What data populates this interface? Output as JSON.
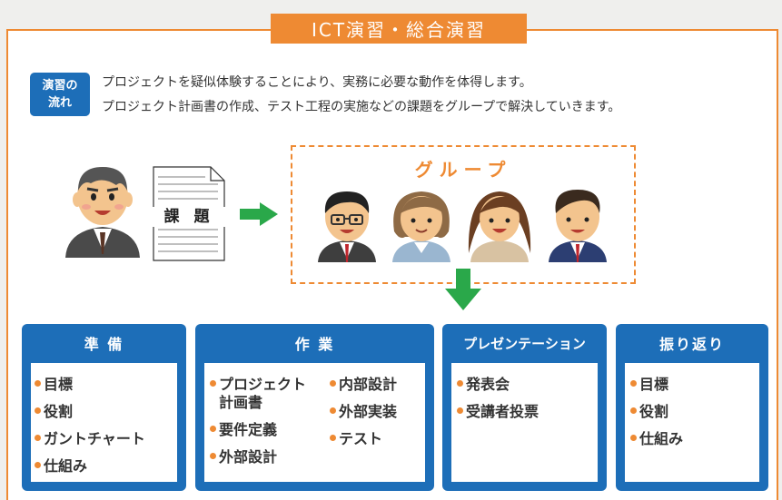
{
  "header": {
    "title": "ICT演習・総合演習"
  },
  "flow": {
    "badge_line1": "演習の",
    "badge_line2": "流れ",
    "line1": "プロジェクトを疑似体験することにより、実務に必要な動作を体得します。",
    "line2": "プロジェクト計画書の作成、テスト工程の実施などの課題をグループで解決していきます。"
  },
  "task": {
    "label": "課 題"
  },
  "group": {
    "label": "グループ"
  },
  "colors": {
    "accent": "#ee8a33",
    "primary": "#1d6eb8",
    "arrow": "#2aa84a"
  },
  "icons": [
    "teacher-icon",
    "document-icon",
    "arrow-right-icon",
    "arrow-down-icon",
    "student-glasses-icon",
    "student-woman-icon",
    "student-woman2-icon",
    "student-man-icon"
  ],
  "cards": [
    {
      "title": "準 備",
      "items": [
        "目標",
        "役割",
        "ガントチャート",
        "仕組み"
      ]
    },
    {
      "title": "作 業",
      "items": [
        "プロジェクト",
        "計画書",
        "要件定義",
        "外部設計",
        "内部設計",
        "外部実装",
        "テスト"
      ]
    },
    {
      "title": "プレゼンテーション",
      "items": [
        "発表会",
        "受講者投票"
      ]
    },
    {
      "title": "振り返り",
      "items": [
        "目標",
        "役割",
        "仕組み"
      ]
    }
  ]
}
